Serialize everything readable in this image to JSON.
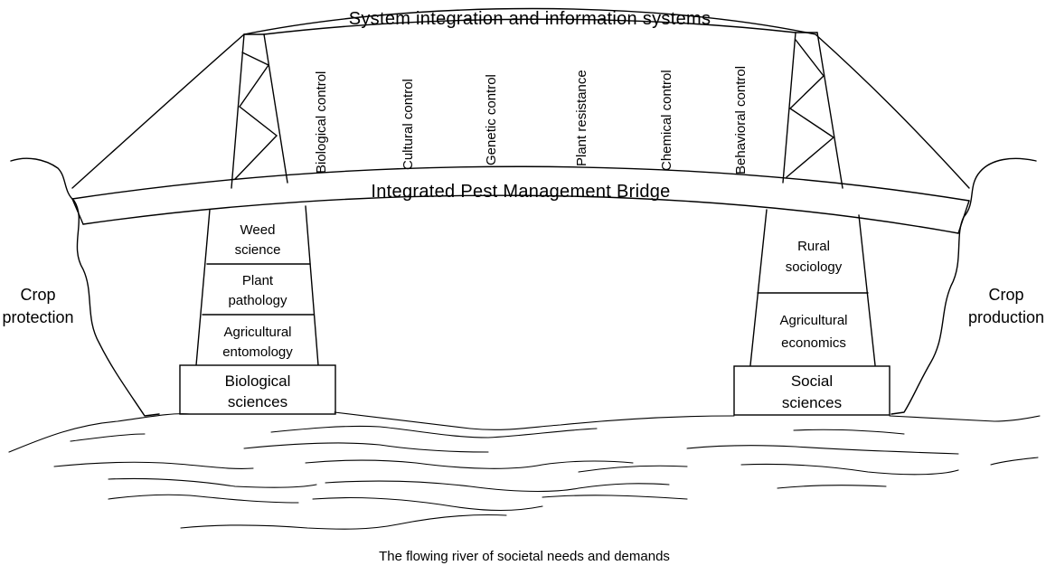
{
  "top_chord_label": "System integration and information systems",
  "deck_label": "Integrated Pest Management Bridge",
  "control_methods": [
    "Biological control",
    "Cultural control",
    "Genetic control",
    "Plant resistance",
    "Chemical control",
    "Behavioral control"
  ],
  "left_pier": {
    "tiers": [
      [
        "Weed",
        "science"
      ],
      [
        "Plant",
        "pathology"
      ],
      [
        "Agricultural",
        "entomology"
      ]
    ],
    "base": [
      "Biological",
      "sciences"
    ]
  },
  "right_pier": {
    "tiers": [
      [
        "Rural",
        "sociology"
      ],
      [
        "Agricultural",
        "economics"
      ]
    ],
    "base": [
      "Social",
      "sciences"
    ]
  },
  "left_bank": [
    "Crop",
    "protection"
  ],
  "right_bank": [
    "Crop",
    "production"
  ],
  "river_label": "The flowing river of societal needs and demands"
}
